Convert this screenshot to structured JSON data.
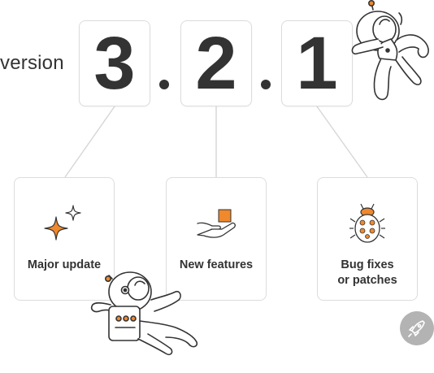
{
  "version": {
    "label": "version",
    "major": "3",
    "minor": "2",
    "patch": "1"
  },
  "cards": {
    "major": {
      "label": "Major update",
      "icon": "sparkle-icon"
    },
    "minor": {
      "label": "New features",
      "icon": "hand-with-box-icon"
    },
    "patch": {
      "label_line1": "Bug fixes",
      "label_line2": "or patches",
      "icon": "ladybug-icon"
    }
  },
  "colors": {
    "accent": "#f0882c",
    "text": "#333333",
    "border": "#dcdcdc",
    "connector": "#d8d8d8",
    "logo_badge": "#b3b3b3"
  },
  "decorations": {
    "astronaut_top": "astronaut-floating-icon",
    "astronaut_bottom": "astronaut-with-backpack-icon",
    "logo": "rocket-logo-icon"
  }
}
